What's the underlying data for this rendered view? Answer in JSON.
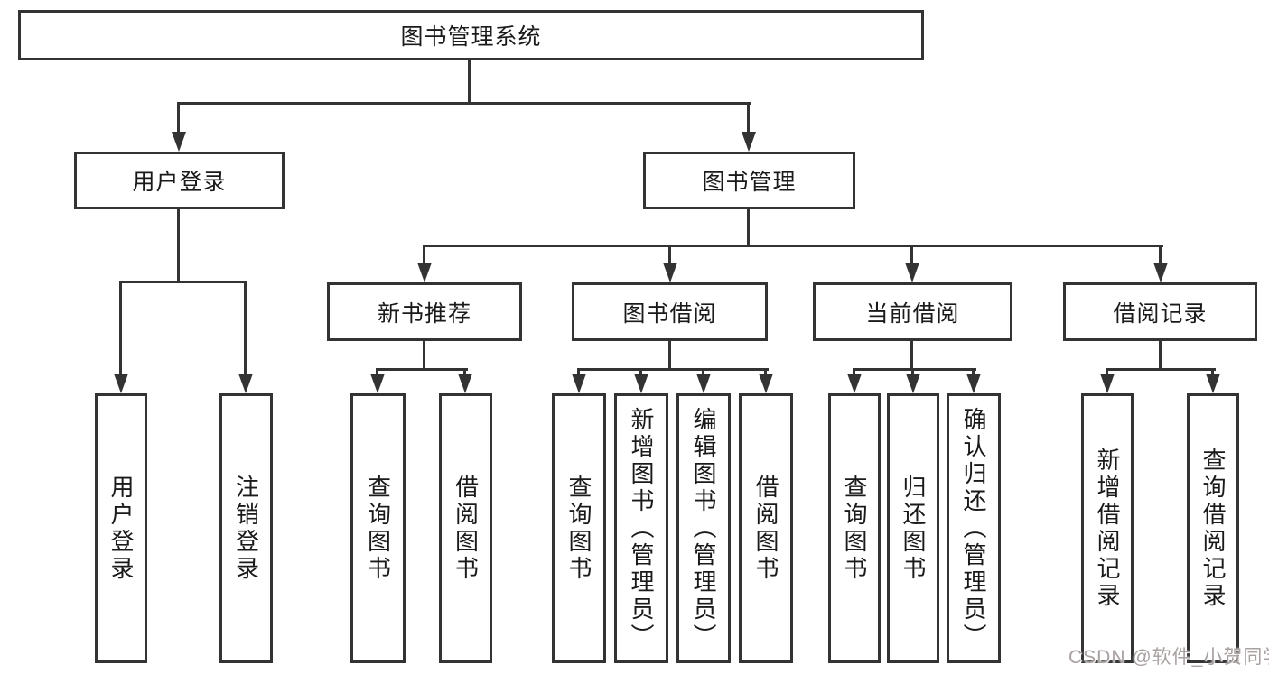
{
  "diagram": {
    "root": {
      "label": "图书管理系统"
    },
    "level2": [
      {
        "label": "用户登录"
      },
      {
        "label": "图书管理"
      }
    ],
    "level3": [
      {
        "label": "新书推荐"
      },
      {
        "label": "图书借阅"
      },
      {
        "label": "当前借阅"
      },
      {
        "label": "借阅记录"
      }
    ],
    "leaves": {
      "user": [
        "用户登录",
        "注销登录"
      ],
      "recommend": [
        "查询图书",
        "借阅图书"
      ],
      "borrow": [
        "查询图书",
        "新增图书（管理员）",
        "编辑图书（管理员）",
        "借阅图书"
      ],
      "current": [
        "查询图书",
        "归还图书",
        "确认归还（管理员）"
      ],
      "records": [
        "新增借阅记录",
        "查询借阅记录"
      ]
    },
    "colors": {
      "line": "#333333",
      "text": "#1a1a1a",
      "background": "#ffffff",
      "watermark": "#a9a0a0"
    }
  },
  "watermark": {
    "text": "CSDN @软件_小贺同学"
  }
}
